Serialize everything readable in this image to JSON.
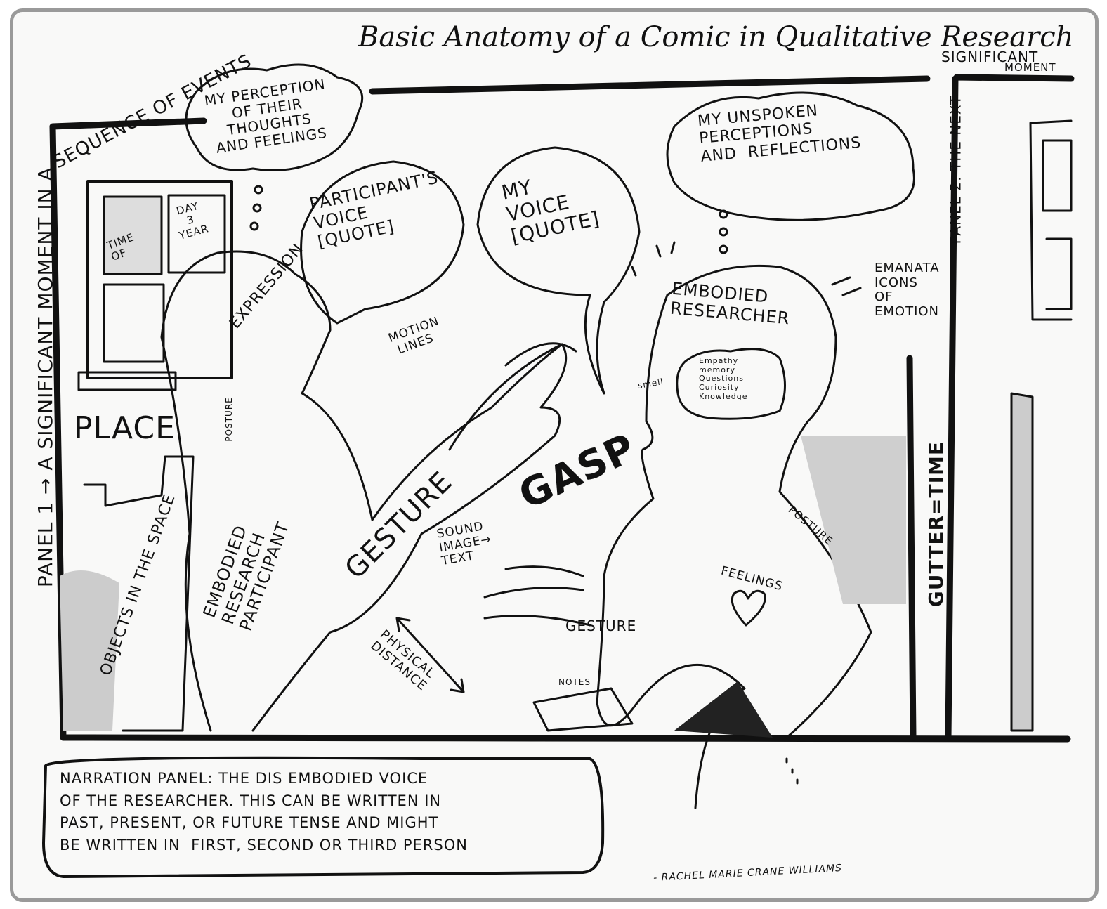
{
  "title": "Basic Anatomy of a Comic in Qualitative Research",
  "panel1": {
    "label": "PANEL 1 → A SIGNIFICANT MOMENT IN A",
    "label_top": "SEQUENCE OF EVENTS"
  },
  "panel2": {
    "label": "PANEL 2: THE NEXT",
    "label_top": "SIGNIFICANT",
    "label_top2": "MOMENT"
  },
  "thought_participant": "MY PERCEPTION\nOF THEIR\nTHOUGHTS\nand feelings",
  "participant_voice": "PARTICIPANT'S\nVOICE\n[QUOTE]",
  "my_voice": "MY\nVOICE\n[QUOTE]",
  "thought_researcher": "MY UNSPOKEN\nPERCEPTIONS\nAND  REFLECTIONS",
  "emanata": "EMANATA\nIcons\nof\nEMOTION",
  "embodied_researcher": "EMBODIED\nRESEARCHER",
  "smell": "smell",
  "researcher_cloud": "Empathy\nmemory\nQuestions\nCuriosity\nKnowledge",
  "window": {
    "time": "TIME\nOF",
    "day": "DAY\n3\nYEAR"
  },
  "place": "PLACE",
  "objects": "OBJECTS in THE SPACE",
  "posture_left": "POSTURE",
  "expression": "EXPRESSION",
  "motion_lines": "MOTION\n LINES",
  "embodied_participant": "EMBODIED\nRESEARCH\nPARTICIPANT",
  "gesture_big": "GESTURE",
  "sound": "SOUND\nIMAGE→\nTEXT",
  "gasp": "GASP",
  "physical_distance": "PHYSICAL\nDISTANCE",
  "gesture_small": "GESTURE",
  "notes": "NOTES",
  "feelings": "FEELINGS",
  "posture_right": "POSTURE",
  "gutter": "GUTTER=TIME",
  "narration": "NARRATION PANEL: THE DIS EMBODIED VOICE\nOF THE RESEARCHER. THIS CAN BE WRITTEN in\nPAST, PRESENT, OR FUTURE TENSE AND MIGHT\nBE WRITTEN IN  FIRST, SECOND OR THIRD PERSON",
  "signature": "- RACHEL MARIE CRANE WILLIAMS"
}
